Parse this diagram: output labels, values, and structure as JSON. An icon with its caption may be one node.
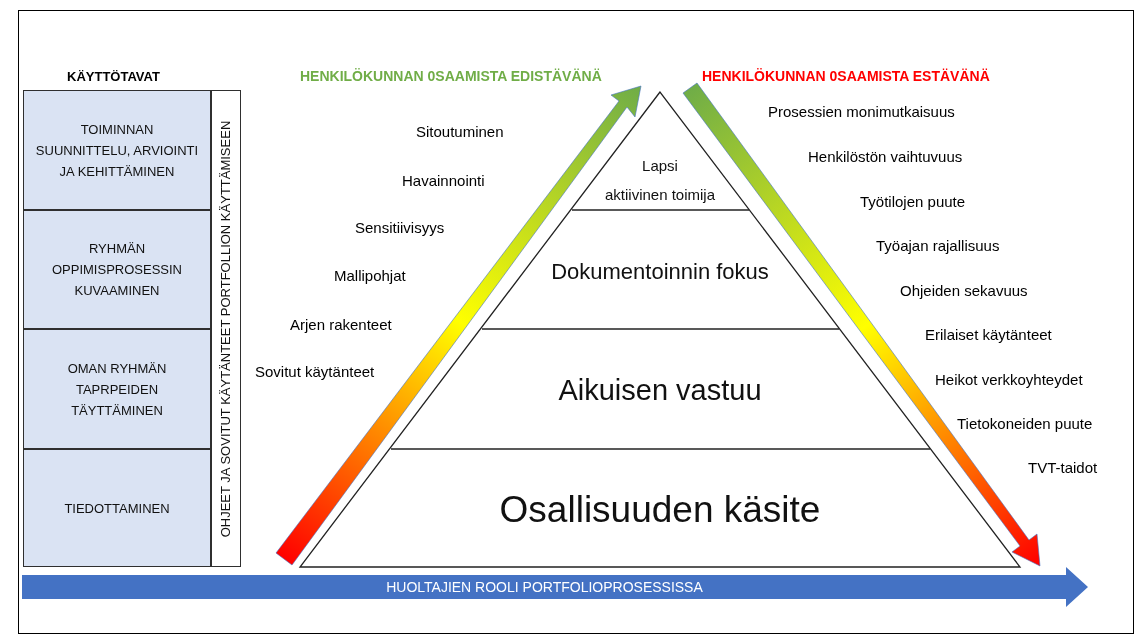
{
  "diagram": {
    "nodes": [
      {
        "text": [
          "TOIMINNAN SUUNNITTELU, ARVIOINTI JA KEHITTÄMINEN"
        ]
      },
      {
        "text": [
          "RYHMÄN OPPIMISPROSESSIN KUVAAMINEN"
        ]
      },
      {
        "text": [
          "OMAN RYHMÄN TAPRPEIDEN TÄYTTÄMINEN"
        ]
      },
      {
        "text": [
          "TIEDOTTAMINEN"
        ]
      },
      {
        "text": [
          "OHJEET JA SOVITUT KÄYTÄNTEET PORTFOLLION KÄYTTÄMISEEN"
        ]
      },
      {
        "text": [
          "Lapsi",
          "aktiivinen toimija"
        ]
      },
      {
        "text": [
          "Dokumentoinnin fokus"
        ]
      },
      {
        "text": [
          "Aikuisen vastuu"
        ]
      },
      {
        "text": [
          "Osallisuuden käsite"
        ]
      },
      {
        "text": [
          "HUOLTAJIEN ROOLI PORTFOLIOPROSESSISSA"
        ]
      }
    ],
    "edges": [],
    "labels": [
      "KÄYTTÖTAVAT",
      "HENKILÖKUNNAN 0SAAMISTA EDISTÄVÄNÄ",
      "HENKILÖKUNNAN 0SAAMISTA ESTÄVÄNÄ",
      "Sitoutuminen",
      "Havainnointi",
      "Sensitiivisyys",
      "Mallipohjat",
      "Arjen rakenteet",
      "Sovitut käytänteet",
      "Prosessien monimutkaisuus",
      "Henkilöstön vaihtuvuus",
      "Työtilojen puute",
      "Työajan rajallisuus",
      "Ohjeiden sekavuus",
      "Erilaiset käytänteet",
      "Heikot verkkoyhteydet",
      "Tietokoneiden puute",
      "TVT-taidot"
    ]
  }
}
